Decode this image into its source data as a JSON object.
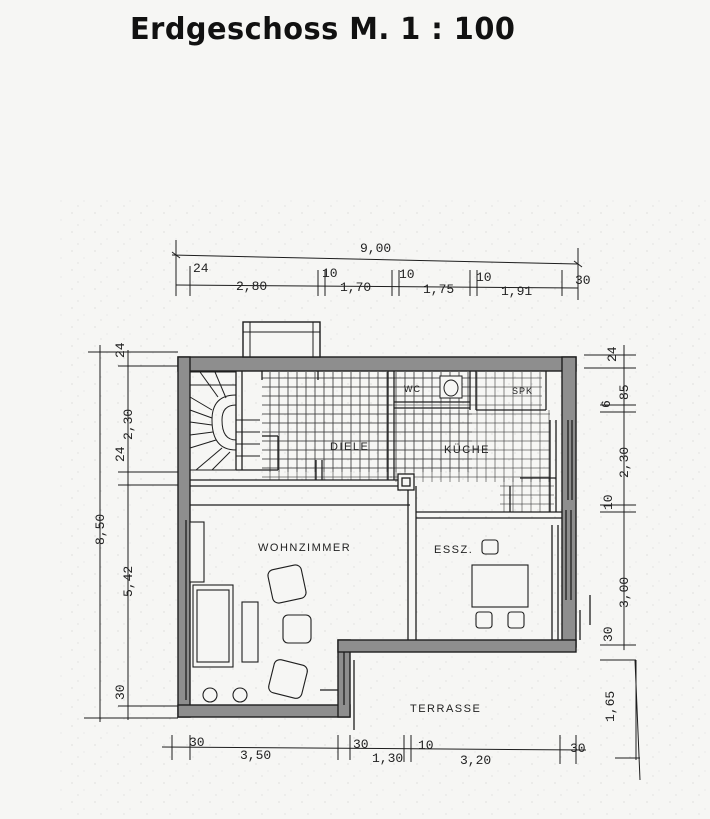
{
  "title": "Erdgeschoss  M. 1 : 100",
  "rooms": {
    "diele": "DIELE",
    "kueche": "KÜCHE",
    "wc": "WC",
    "spk": "SPK",
    "wohnzimmer": "WOHNZIMMER",
    "essz": "ESSZ.",
    "terrasse": "TERRASSE"
  },
  "dimensions": {
    "top_overall": "9,00",
    "top_segments": [
      "24",
      "2,80",
      "10",
      "1,70",
      "10",
      "1,75",
      "10",
      "1,91",
      "30"
    ],
    "left_overall": "8,50",
    "left_segments": [
      "24",
      "2,30",
      "24",
      "5,42",
      "30"
    ],
    "right_segments": [
      "24",
      "6",
      "85",
      "2,30",
      "10",
      "3,00",
      "30",
      "1,65"
    ],
    "bottom_segments": [
      "30",
      "3,50",
      "30",
      "1,30",
      "10",
      "3,20",
      "30"
    ]
  },
  "colors": {
    "ink": "#1e1e1e",
    "wall_fill": "#8e8e8e",
    "paper": "#f6f6f4"
  }
}
